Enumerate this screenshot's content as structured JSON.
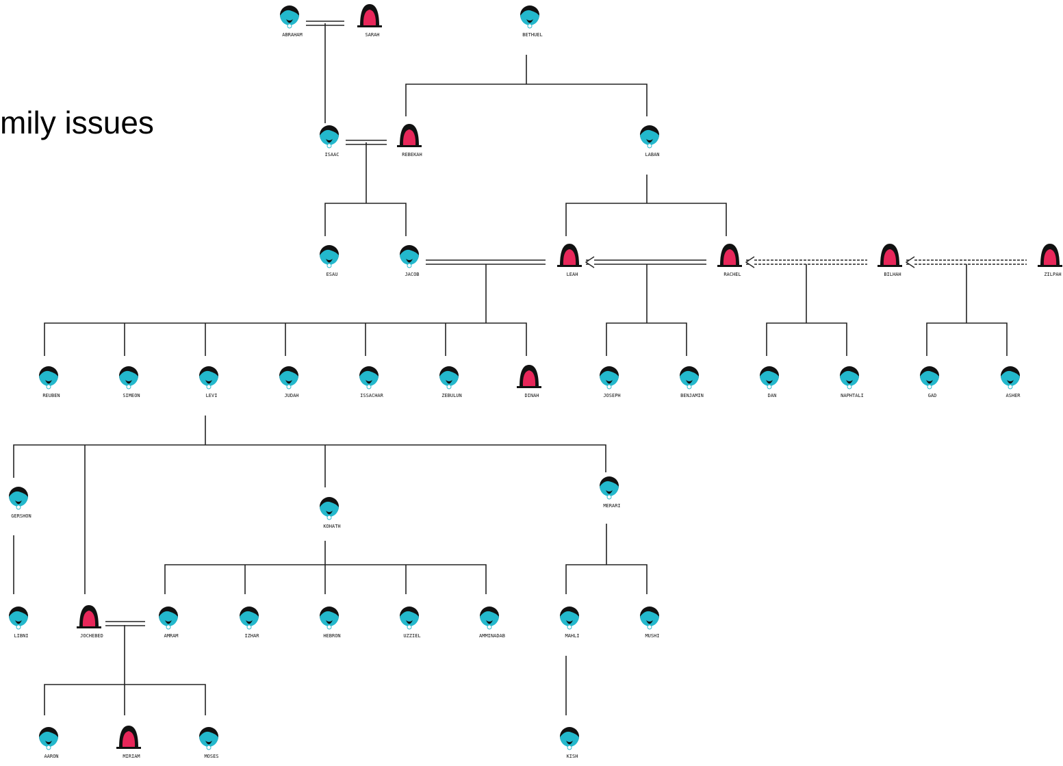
{
  "title": "mily issues",
  "colors": {
    "male_skin": "#23b8cc",
    "female_face": "#e8275a",
    "hair": "#111111",
    "line": "#222222"
  },
  "people": [
    {
      "id": "abraham",
      "name": "ABRAHAM",
      "sex": "m"
    },
    {
      "id": "sarah",
      "name": "SARAH",
      "sex": "f"
    },
    {
      "id": "bethuel",
      "name": "BETHUEL",
      "sex": "m"
    },
    {
      "id": "isaac",
      "name": "ISAAC",
      "sex": "m"
    },
    {
      "id": "rebekah",
      "name": "REBEKAH",
      "sex": "f"
    },
    {
      "id": "laban",
      "name": "LABAN",
      "sex": "m"
    },
    {
      "id": "esau",
      "name": "ESAU",
      "sex": "m"
    },
    {
      "id": "jacob",
      "name": "JACOB",
      "sex": "m"
    },
    {
      "id": "leah",
      "name": "LEAH",
      "sex": "f"
    },
    {
      "id": "rachel",
      "name": "RACHEL",
      "sex": "f"
    },
    {
      "id": "bilhah",
      "name": "BILHAH",
      "sex": "f"
    },
    {
      "id": "zilpah",
      "name": "ZILPAH",
      "sex": "f"
    },
    {
      "id": "reuben",
      "name": "REUBEN",
      "sex": "m"
    },
    {
      "id": "simeon",
      "name": "SIMEON",
      "sex": "m"
    },
    {
      "id": "levi",
      "name": "LEVI",
      "sex": "m"
    },
    {
      "id": "judah",
      "name": "JUDAH",
      "sex": "m"
    },
    {
      "id": "issachar",
      "name": "ISSACHAR",
      "sex": "m"
    },
    {
      "id": "zebulun",
      "name": "ZEBULUN",
      "sex": "m"
    },
    {
      "id": "dinah",
      "name": "DINAH",
      "sex": "f"
    },
    {
      "id": "joseph",
      "name": "JOSEPH",
      "sex": "m"
    },
    {
      "id": "benjamin",
      "name": "BENJAMIN",
      "sex": "m"
    },
    {
      "id": "dan",
      "name": "DAN",
      "sex": "m"
    },
    {
      "id": "naphtali",
      "name": "NAPHTALI",
      "sex": "m"
    },
    {
      "id": "gad",
      "name": "GAD",
      "sex": "m"
    },
    {
      "id": "asher",
      "name": "ASHER",
      "sex": "m"
    },
    {
      "id": "gershon",
      "name": "GERSHON",
      "sex": "m"
    },
    {
      "id": "kohath",
      "name": "KOHATH",
      "sex": "m"
    },
    {
      "id": "merari",
      "name": "MERARI",
      "sex": "m"
    },
    {
      "id": "libni",
      "name": "LIBNI",
      "sex": "m"
    },
    {
      "id": "jochebed",
      "name": "JOCHEBED",
      "sex": "f"
    },
    {
      "id": "amram",
      "name": "AMRAM",
      "sex": "m"
    },
    {
      "id": "izhar",
      "name": "IZHAR",
      "sex": "m"
    },
    {
      "id": "hebron",
      "name": "HEBRON",
      "sex": "m"
    },
    {
      "id": "uzziel",
      "name": "UZZIEL",
      "sex": "m"
    },
    {
      "id": "amminadab",
      "name": "AMMINADAB",
      "sex": "m"
    },
    {
      "id": "mahli",
      "name": "MAHLI",
      "sex": "m"
    },
    {
      "id": "mushi",
      "name": "MUSHI",
      "sex": "m"
    },
    {
      "id": "aaron",
      "name": "AARON",
      "sex": "m"
    },
    {
      "id": "miriam",
      "name": "MIRIAM",
      "sex": "f"
    },
    {
      "id": "moses",
      "name": "MOSES",
      "sex": "m"
    },
    {
      "id": "kish",
      "name": "KISH",
      "sex": "m"
    }
  ]
}
